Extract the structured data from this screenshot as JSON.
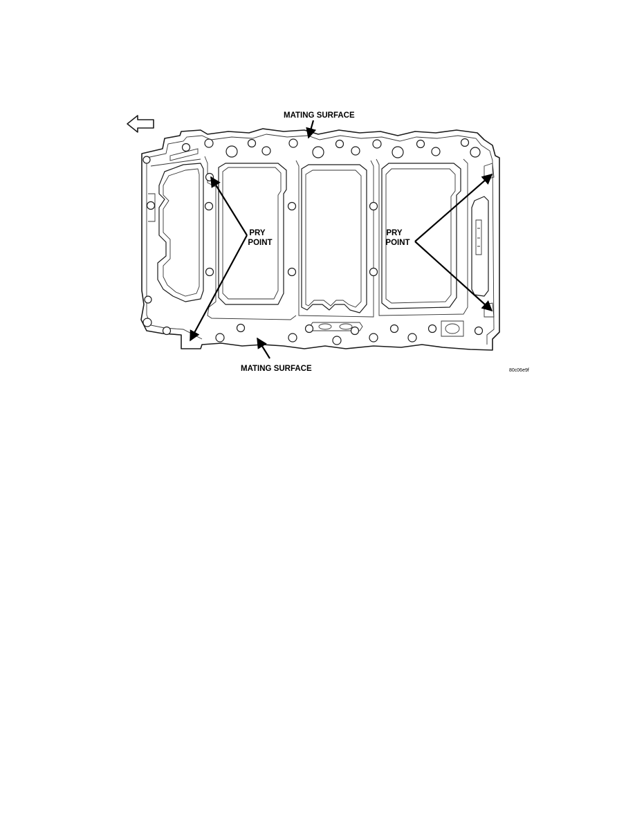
{
  "labels": {
    "mating_surface_top": "MATING SURFACE",
    "mating_surface_bottom": "MATING SURFACE",
    "pry_point_left_line1": "PRY",
    "pry_point_left_line2": "POINT",
    "pry_point_right_line1": "PRY",
    "pry_point_right_line2": "POINT",
    "figure_code": "80c06e9f"
  },
  "icons": {
    "direction_arrow": "left-arrow-icon"
  }
}
